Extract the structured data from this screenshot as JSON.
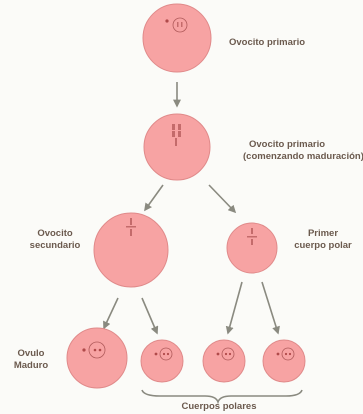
{
  "labels": {
    "ovocito_primario": "Ovocito primario",
    "ovocito_primario_mad_1": "Ovocito primario",
    "ovocito_primario_mad_2": "(comenzando maduración)",
    "ovocito_secundario_1": "Ovocito",
    "ovocito_secundario_2": "secundario",
    "primer_cuerpo_1": "Primer",
    "primer_cuerpo_2": "cuerpo polar",
    "ovulo_1": "Ovulo",
    "ovulo_2": "Maduro",
    "cuerpos_polares": "Cuerpos polares"
  },
  "colors": {
    "cell_fill": "#f7a3a3",
    "arrow": "#8a8a80",
    "label_text": "#6b5a4e"
  }
}
